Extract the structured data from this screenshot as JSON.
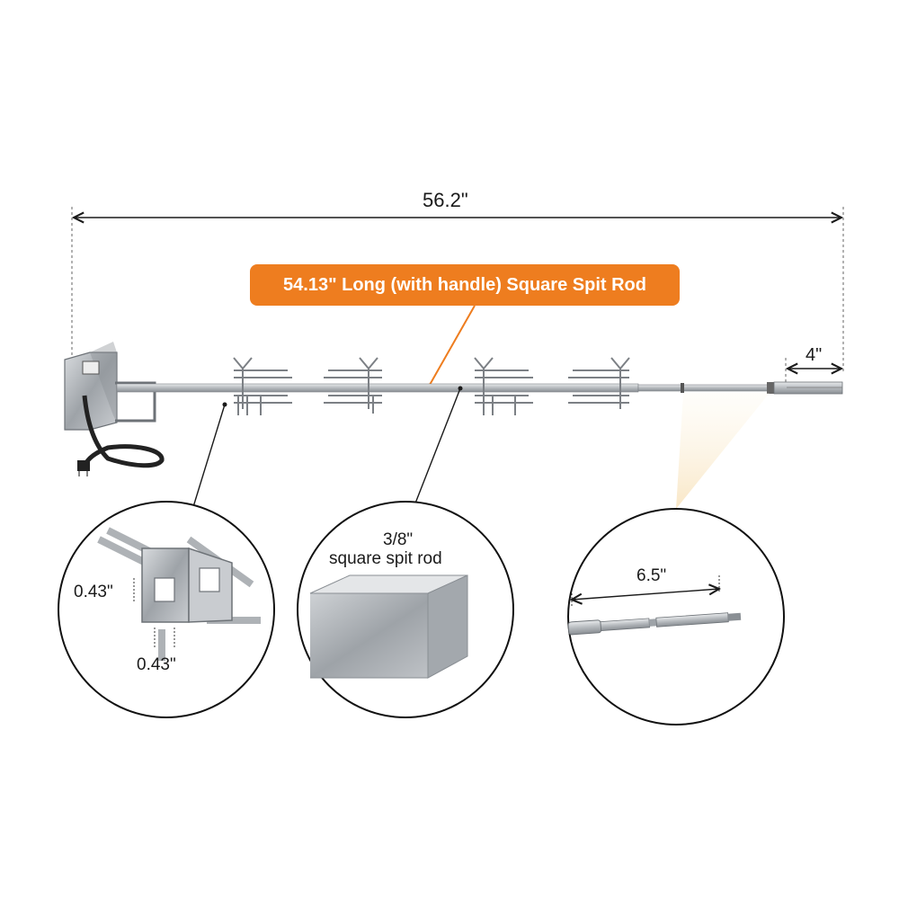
{
  "dimensions": {
    "overall_length": "56.2\"",
    "handle_length": "4\"",
    "bracket_height": "0.43\"",
    "bracket_width": "0.43\"",
    "rod_section_length": "6.5\""
  },
  "callout": {
    "text": "54.13\" Long (with handle) Square Spit Rod",
    "color": "#ee7d1f"
  },
  "rod_detail": {
    "line1": "3/8\"",
    "line2": "square spit rod"
  },
  "colors": {
    "line": "#1a1a1a",
    "steel": "#b9bcc0",
    "steel_dark": "#7c8085",
    "accent": "#ee7d1f"
  }
}
